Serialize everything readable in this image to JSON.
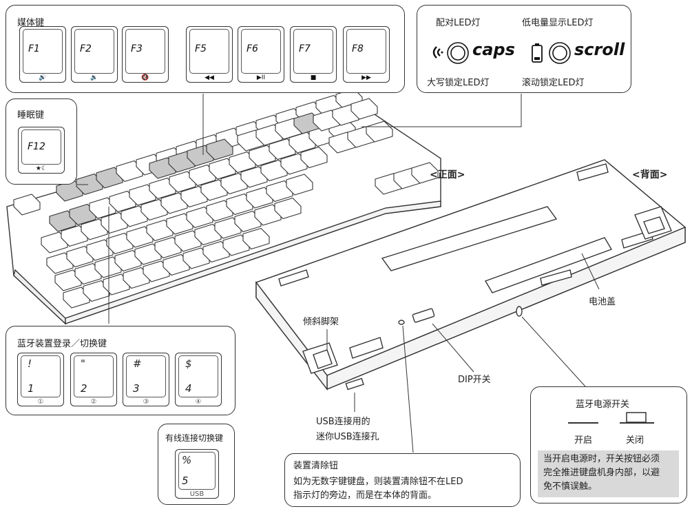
{
  "media_keys": {
    "title": "媒体键",
    "keys": [
      {
        "label": "F1",
        "icon": "🔊"
      },
      {
        "label": "F2",
        "icon": "🔉"
      },
      {
        "label": "F3",
        "icon": "🔇"
      },
      {
        "label": "F5",
        "icon": "◀◀"
      },
      {
        "label": "F6",
        "icon": "▶II"
      },
      {
        "label": "F7",
        "icon": "■"
      },
      {
        "label": "F8",
        "icon": "▶▶"
      }
    ]
  },
  "led": {
    "pairing": "配对LED灯",
    "low_battery": "低电量显示LED灯",
    "caps_text": "caps",
    "scroll_text": "scroll",
    "caps_lock": "大写锁定LED灯",
    "scroll_lock": "滚动锁定LED灯"
  },
  "sleep": {
    "title": "睡眠键",
    "key": "F12",
    "icon": "★☾"
  },
  "bt_switch": {
    "title": "蓝牙装置登录／切换键",
    "keys": [
      {
        "top": "!",
        "bottom": "1",
        "num": "①"
      },
      {
        "top": "\"",
        "bottom": "2",
        "num": "②"
      },
      {
        "top": "#",
        "bottom": "3",
        "num": "③"
      },
      {
        "top": "$",
        "bottom": "4",
        "num": "④"
      }
    ]
  },
  "wired": {
    "title": "有线连接切换键",
    "top": "%",
    "bottom": "5",
    "sub": "USB"
  },
  "front_label": "<正面>",
  "back_label": "<背面>",
  "tilt": "倾斜脚架",
  "battery_cover": "电池盖",
  "dip": "DIP开关",
  "usb": {
    "line1": "USB连接用的",
    "line2": "迷你USB连接孔"
  },
  "reset": {
    "title": "装置清除钮",
    "line1": "如为无数字键键盘，则装置清除钮不在LED",
    "line2": "指示灯的旁边，而是在本体的背面。"
  },
  "power": {
    "title": "蓝牙电源开关",
    "on": "开启",
    "off": "关闭",
    "note1": "当开启电源时，开关按钮必须",
    "note2": "完全推进键盘机身内部，以避",
    "note3": "免不慎误触。"
  },
  "colors": {
    "highlight": "#c8c8c8",
    "stroke": "#333333",
    "note_bg": "#d9d9d9"
  }
}
